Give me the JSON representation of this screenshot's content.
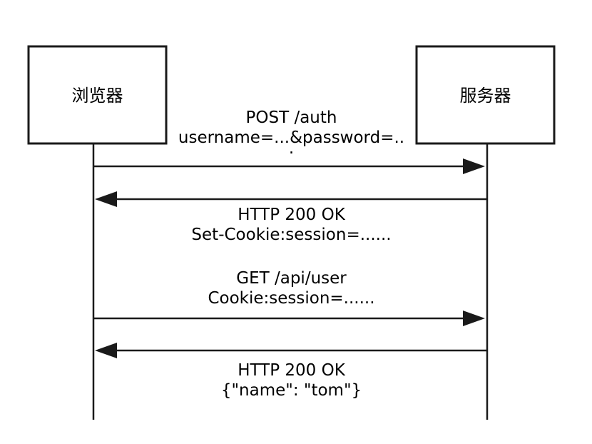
{
  "actors": {
    "browser": {
      "label": "浏览器"
    },
    "server": {
      "label": "服务器"
    }
  },
  "messages": [
    {
      "direction": "browser-to-server",
      "line1": "POST /auth",
      "line2": "username=...&password=..",
      "line3": "."
    },
    {
      "direction": "server-to-browser",
      "line1": "HTTP 200 OK",
      "line2": "Set-Cookie:session=......"
    },
    {
      "direction": "browser-to-server",
      "line1": "GET /api/user",
      "line2": "Cookie:session=......"
    },
    {
      "direction": "server-to-browser",
      "line1": "HTTP 200 OK",
      "line2": "{\"name\": \"tom\"}"
    }
  ]
}
